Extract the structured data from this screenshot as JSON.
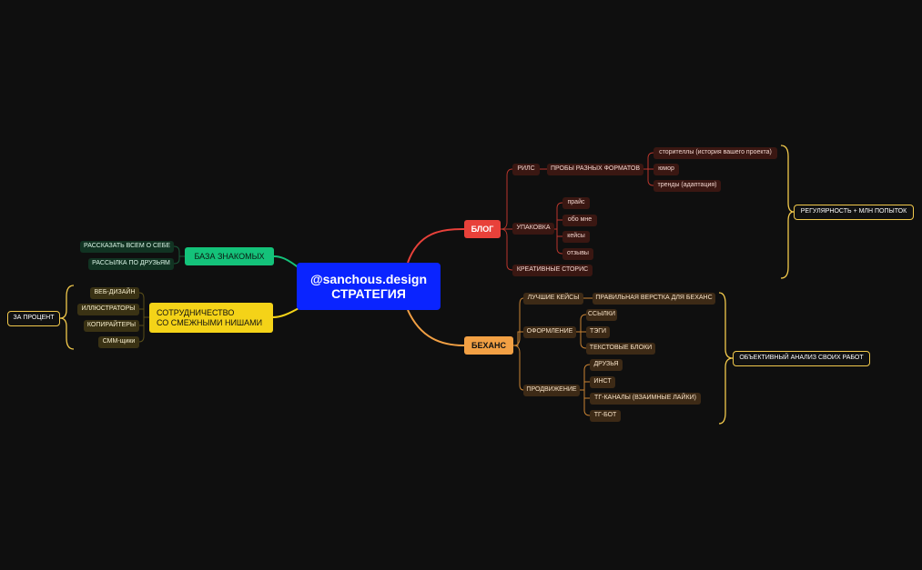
{
  "center": {
    "line1": "@sanchous.design",
    "line2": "СТРАТЕГИЯ"
  },
  "blog": {
    "label": "БЛОГ",
    "reels": {
      "label": "РИЛС",
      "formats": {
        "label": "ПРОБЫ РАЗНЫХ ФОРМАТОВ",
        "items": [
          "сторителлы (история вашего проекта)",
          "юмор",
          "тренды (адаптация)"
        ]
      }
    },
    "packaging": {
      "label": "УПАКОВКА",
      "items": [
        "прайс",
        "обо мне",
        "кейсы",
        "отзывы"
      ]
    },
    "stories": "КРЕАТИВНЫЕ СТОРИС",
    "note": "РЕГУЛЯРНОСТЬ + МЛН ПОПЫТОК"
  },
  "behance": {
    "label": "БЕХАНС",
    "best_cases": {
      "label": "ЛУЧШИЕ КЕЙСЫ",
      "item": "ПРАВИЛЬНАЯ ВЕРСТКА ДЛЯ БЕХАНС"
    },
    "design": {
      "label": "ОФОРМЛЕНИЕ",
      "items": [
        "ССЫЛКИ",
        "ТЭГИ",
        "ТЕКСТОВЫЕ БЛОКИ"
      ]
    },
    "promotion": {
      "label": "ПРОДВИЖЕНИЕ",
      "items": [
        "ДРУЗЬЯ",
        "ИНСТ",
        "ТГ-КАНАЛЫ (ВЗАИМНЫЕ ЛАЙКИ)",
        "ТГ-БОТ"
      ]
    },
    "note": "ОБЪЕКТИВНЫЙ АНАЛИЗ СВОИХ РАБОТ"
  },
  "contacts": {
    "label": "БАЗА ЗНАКОМЫХ",
    "items": [
      "РАССКАЗАТЬ ВСЕМ О СЕБЕ",
      "РАССЫЛКА ПО ДРУЗЬЯМ"
    ]
  },
  "coop": {
    "line1": "СОТРУДНИЧЕСТВО",
    "line2": "СО СМЕЖНЫМИ НИШАМИ",
    "items": [
      "ВЕБ-ДИЗАЙН",
      "ИЛЛЮСТРАТОРЫ",
      "КОПИРАЙТЕРЫ",
      "СММ-щики"
    ],
    "note": "ЗА ПРОЦЕНТ"
  },
  "colors": {
    "background": "#0f0f0f",
    "center": "#0a24ff",
    "blog": "#e8413a",
    "behance": "#f2a044",
    "contacts": "#14c27a",
    "coop": "#f4d318",
    "note_border": "#f2c94c"
  }
}
